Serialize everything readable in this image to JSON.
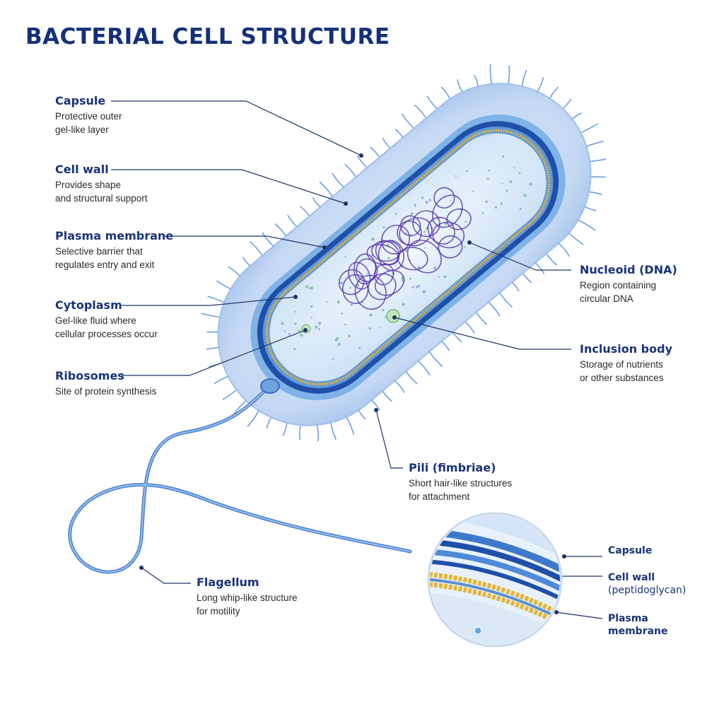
{
  "title": "BACTERIAL CELL STRUCTURE",
  "labels": [
    {
      "id": "capsule",
      "name": "Capsule",
      "desc": [
        "Protective outer",
        "gel-like layer"
      ]
    },
    {
      "id": "cell-wall",
      "name": "Cell wall",
      "desc": [
        "Provides shape",
        "and structural support"
      ]
    },
    {
      "id": "plasma-membrane",
      "name": "Plasma membrane",
      "desc": [
        "Selective barrier that",
        "regulates entry and exit"
      ]
    },
    {
      "id": "cytoplasm",
      "name": "Cytoplasm",
      "desc": [
        "Gel-like fluid where",
        "cellular processes occur"
      ]
    },
    {
      "id": "ribosomes",
      "name": "Ribosomes",
      "desc": [
        "Site of protein synthesis"
      ]
    },
    {
      "id": "nucleoid",
      "name": "Nucleoid (DNA)",
      "desc": [
        "Region containing",
        "circular DNA"
      ]
    },
    {
      "id": "inclusion-body",
      "name": "Inclusion body",
      "desc": [
        "Storage of nutrients",
        "or other substances"
      ]
    },
    {
      "id": "pili",
      "name": "Pili (fimbriae)",
      "desc": [
        "Short hair-like structures",
        "for attachment"
      ]
    },
    {
      "id": "flagellum",
      "name": "Flagellum",
      "desc": [
        "Long whip-like structure",
        "for motility"
      ]
    }
  ],
  "inset": {
    "capsule": "Capsule",
    "cell_wall": "Cell wall",
    "cell_wall_sub": "(peptidoglycan)",
    "plasma_membrane_line1": "Plasma",
    "plasma_membrane_line2": "membrane"
  },
  "colors": {
    "title": "#14307a",
    "capsule": "#cfe0f7",
    "cell_wall": "#1f4fa8",
    "membrane_gold": "#e3b63a",
    "cytoplasm": "#e3f0fb",
    "dna": "#5a3bb0",
    "flagellum": "#4f86d4"
  }
}
